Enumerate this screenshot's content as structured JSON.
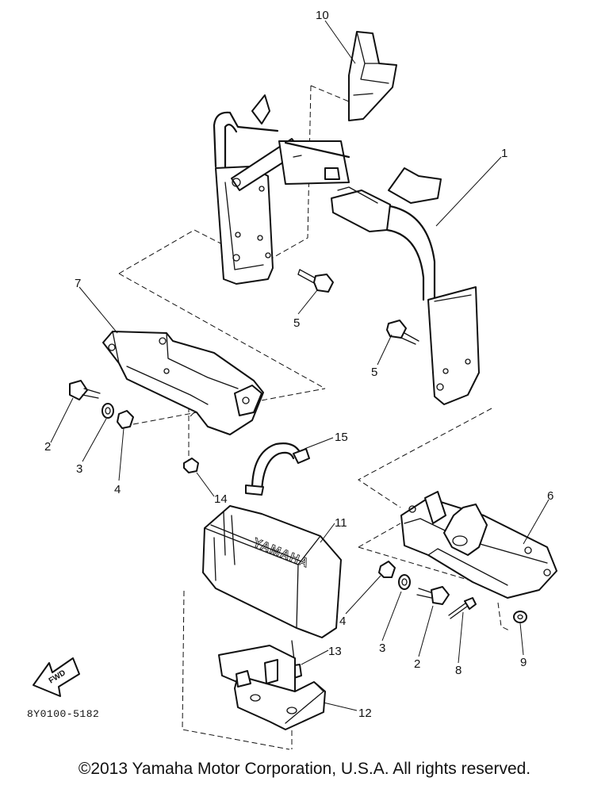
{
  "callouts": {
    "c1": "1",
    "c2a": "2",
    "c2b": "2",
    "c3a": "3",
    "c3b": "3",
    "c4a": "4",
    "c4b": "4",
    "c5a": "5",
    "c5b": "5",
    "c6": "6",
    "c7": "7",
    "c8": "8",
    "c9": "9",
    "c10": "10",
    "c11": "11",
    "c12": "12",
    "c13": "13",
    "c14": "14",
    "c15": "15"
  },
  "fwd_label": "FWD",
  "box_brand": "YAMAHA",
  "diagram_code": "8Y0100-5182",
  "copyright": "©2013 Yamaha Motor Corporation, U.S.A. All rights reserved."
}
